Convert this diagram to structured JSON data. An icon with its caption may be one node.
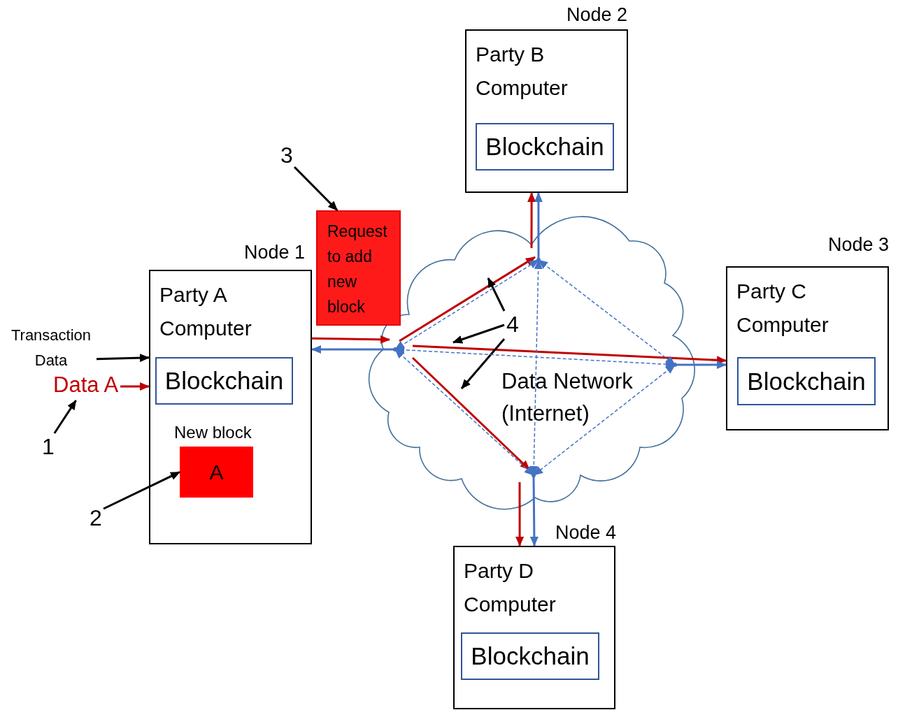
{
  "diagram": {
    "nodes": [
      {
        "text": [
          "Party A Computer"
        ],
        "beside": [
          "Node 1"
        ]
      },
      {
        "text": [
          "Blockchain"
        ],
        "in": 0
      },
      {
        "text": [
          "New block",
          "A"
        ],
        "in": 0
      },
      {
        "text": [
          "Party B Computer"
        ],
        "beside": [
          "Node 2"
        ]
      },
      {
        "text": [
          "Blockchain"
        ],
        "in": 3
      },
      {
        "text": [
          "Party C Computer"
        ],
        "beside": [
          "Node 3"
        ]
      },
      {
        "text": [
          "Blockchain"
        ],
        "in": 5
      },
      {
        "text": [
          "Party D Computer"
        ],
        "beside": [
          "Node 4"
        ]
      },
      {
        "text": [
          "Blockchain"
        ],
        "in": 7
      },
      {
        "text": [
          "Request to add new block"
        ]
      },
      {
        "text": [
          "Data Network (Internet)"
        ]
      },
      {
        "text": [
          "Transaction Data"
        ]
      },
      {
        "text": [
          "Data A"
        ]
      },
      {
        "text": [
          "1"
        ]
      },
      {
        "text": [
          "2"
        ]
      },
      {
        "text": [
          "3"
        ]
      },
      {
        "text": [
          "4"
        ],
        "in": 10
      },
      {
        "text": [],
        "shape": "point",
        "in": 10
      },
      {
        "text": [],
        "shape": "point",
        "in": 10
      },
      {
        "text": [],
        "shape": "point",
        "in": 10
      },
      {
        "text": [],
        "shape": "point",
        "in": 10
      }
    ],
    "edges": [
      {
        "from": 11,
        "to": 0,
        "arrow": "to",
        "color": "#000000"
      },
      {
        "from": 12,
        "to": 0,
        "arrow": "to",
        "color": "#c00000"
      },
      {
        "from": 13,
        "to": 12,
        "arrow": "to",
        "color": "#000000"
      },
      {
        "from": 14,
        "to": 2,
        "arrow": "to",
        "color": "#000000"
      },
      {
        "from": 15,
        "to": 9,
        "arrow": "to",
        "color": "#000000"
      },
      {
        "from": 0,
        "to": 17,
        "arrow": "to",
        "color": "#c00000"
      },
      {
        "from": 17,
        "to": 0,
        "arrow": "to",
        "color": "#4472c4"
      },
      {
        "from": 17,
        "to": 18,
        "arrow": "to",
        "color": "#c00000"
      },
      {
        "from": 18,
        "to": 3,
        "arrow": "to",
        "color": "#c00000"
      },
      {
        "from": 18,
        "to": 3,
        "arrow": "to",
        "color": "#4472c4"
      },
      {
        "from": 17,
        "to": 5,
        "arrow": "to",
        "color": "#c00000"
      },
      {
        "from": 19,
        "to": 5,
        "arrow": "to",
        "color": "#4472c4"
      },
      {
        "from": 17,
        "to": 20,
        "arrow": "to",
        "color": "#c00000"
      },
      {
        "from": 20,
        "to": 7,
        "arrow": "to",
        "color": "#c00000"
      },
      {
        "from": 20,
        "to": 7,
        "arrow": "to",
        "color": "#4472c4"
      },
      {
        "from": 16,
        "to": null,
        "arrow": "to",
        "color": "#000000"
      },
      {
        "from": 16,
        "to": null,
        "arrow": "to",
        "color": "#000000"
      },
      {
        "from": 16,
        "to": null,
        "arrow": "to",
        "color": "#000000"
      },
      {
        "from": 17,
        "to": 18,
        "arrow": "both",
        "style": "dashed",
        "color": "#4472c4"
      },
      {
        "from": 17,
        "to": 19,
        "arrow": "both",
        "style": "dashed",
        "color": "#4472c4"
      },
      {
        "from": 17,
        "to": 20,
        "arrow": "both",
        "style": "dashed",
        "color": "#4472c4"
      },
      {
        "from": 18,
        "to": 19,
        "arrow": "both",
        "style": "dashed",
        "color": "#4472c4"
      },
      {
        "from": 18,
        "to": 20,
        "arrow": "both",
        "style": "dashed",
        "color": "#4472c4"
      },
      {
        "from": 19,
        "to": 20,
        "arrow": "both",
        "style": "dashed",
        "color": "#4472c4"
      }
    ]
  }
}
